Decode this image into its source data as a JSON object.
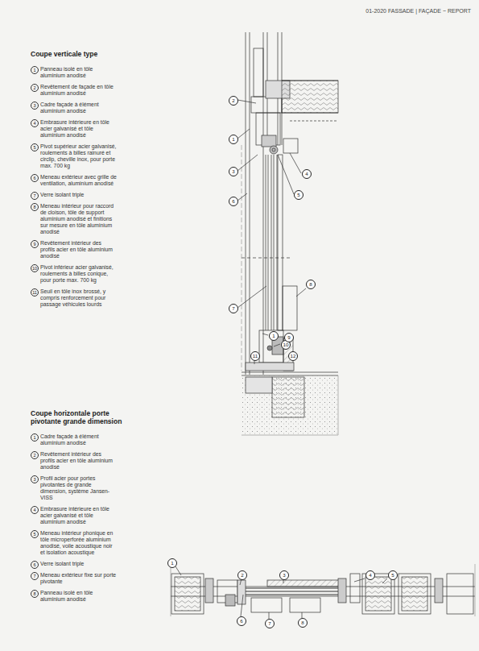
{
  "diagram": {
    "labels": [
      "01-2020 FASSADE | FAÇADE ~ REPORT",
      "Coupe verticale type",
      "1",
      "Panneau isolé en tôle aluminium anodisé",
      "2",
      "Revêtement de façade en tôle aluminium anodisé",
      "3",
      "Cadre façade à élément aluminium anodisé",
      "4",
      "Embrasure intérieure en tôle acier galvanisé et tôle aluminium anodisé",
      "5",
      "Pivot supérieur acier galvanisé, roulements à billes rainuré et circlip, cheville inox, pour porte max. 700 kg",
      "6",
      "Meneau extérieur avec grille de ventilation, aluminium anodisé",
      "7",
      "Verre isolant triple",
      "8",
      "Meneau intérieur pour raccord de cloison, tôle de support aluminium anodisé et finitions sur mesure en tôle aluminium anodisé",
      "9",
      "Revêtement intérieur des profils acier en tôle aluminium anodisé",
      "10",
      "Pivot inférieur acier galvanisé, roulements à billes conique, pour porte max. 700 kg",
      "11",
      "Seuil en tôle inox brossé, y compris renforcement pour passage véhicules lourds",
      "2",
      "1",
      "3",
      "6",
      "4",
      "5",
      "8",
      "7",
      "1",
      "10",
      "9",
      "11",
      "12",
      "Coupe horizontale porte pivotante grande dimension",
      "1",
      "Cadre façade à élément aluminium anodisé",
      "2",
      "Revêtement intérieur des profils acier en tôle aluminium anodisé",
      "3",
      "Profil acier pour portes pivotantes de grande dimension, système Jansen-VISS",
      "4",
      "Embrasure intérieure en tôle acier galvanisé et tôle aluminium anodisé",
      "5",
      "Meneau intérieur phonique en tôle microperforée aluminium anodisé, voile acoustique noir et isolation acoustique",
      "6",
      "Verre isolant triple",
      "7",
      "Meneau extérieur fixe sur porte pivotante",
      "8",
      "Panneau isolé en tôle aluminium anodisé",
      "1",
      "2",
      "3",
      "4",
      "5",
      "6",
      "7",
      "8"
    ]
  }
}
